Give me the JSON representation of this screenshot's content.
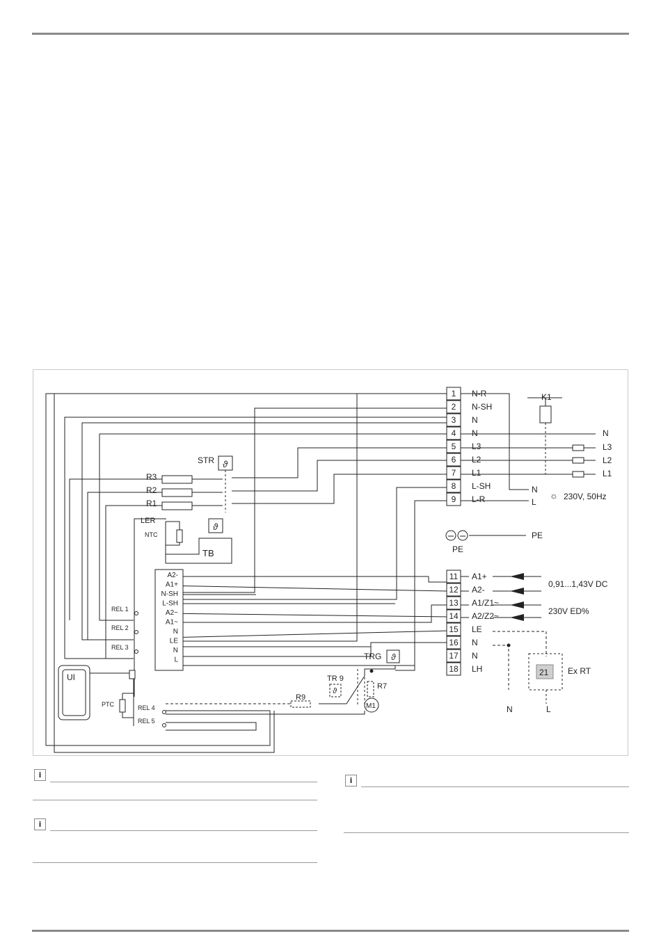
{
  "diagram": {
    "terminals": [
      {
        "num": "1",
        "label": "N-R"
      },
      {
        "num": "2",
        "label": "N-SH"
      },
      {
        "num": "3",
        "label": "N"
      },
      {
        "num": "4",
        "label": "N"
      },
      {
        "num": "5",
        "label": "L3"
      },
      {
        "num": "6",
        "label": "L2"
      },
      {
        "num": "7",
        "label": "L1"
      },
      {
        "num": "8",
        "label": "L-SH"
      },
      {
        "num": "9",
        "label": "L-R"
      },
      {
        "num": "11",
        "label": "A1+"
      },
      {
        "num": "12",
        "label": "A2-"
      },
      {
        "num": "13",
        "label": "A1/Z1~"
      },
      {
        "num": "14",
        "label": "A2/Z2~"
      },
      {
        "num": "15",
        "label": "LE"
      },
      {
        "num": "16",
        "label": "N"
      },
      {
        "num": "17",
        "label": "N"
      },
      {
        "num": "18",
        "label": "LH"
      }
    ],
    "module_pins": [
      "A2-",
      "A1+",
      "N-SH",
      "L-SH",
      "A2~",
      "A1~",
      "N",
      "LE",
      "N",
      "L"
    ],
    "relays": [
      "REL 1",
      "REL 2",
      "REL 3",
      "REL 4",
      "REL 5"
    ],
    "resistors": [
      "R3",
      "R2",
      "R1"
    ],
    "labels": {
      "k1": "K1",
      "str": "STR",
      "tb": "TB",
      "ler": "LER",
      "ntc": "NTC",
      "ptc": "PTC",
      "ui": "UI",
      "trg": "TRG",
      "tr9": "TR 9",
      "r9": "R9",
      "r7": "R7",
      "m1": "M1",
      "theta": "ϑ",
      "pe": "PE",
      "pe_label": "PE",
      "n_right": "N",
      "l3": "L3",
      "l2": "L2",
      "l1": "L1",
      "n_bottom": "N",
      "l_bottom": "L",
      "supply": "230V, 50Hz",
      "dc": "0,91...1,43V DC",
      "ed": "230V ED%",
      "exrt": "Ex RT",
      "exrt_num": "21",
      "n_lower": "N",
      "l_lower": "L"
    }
  },
  "notes": {
    "icon_letter": "i"
  }
}
